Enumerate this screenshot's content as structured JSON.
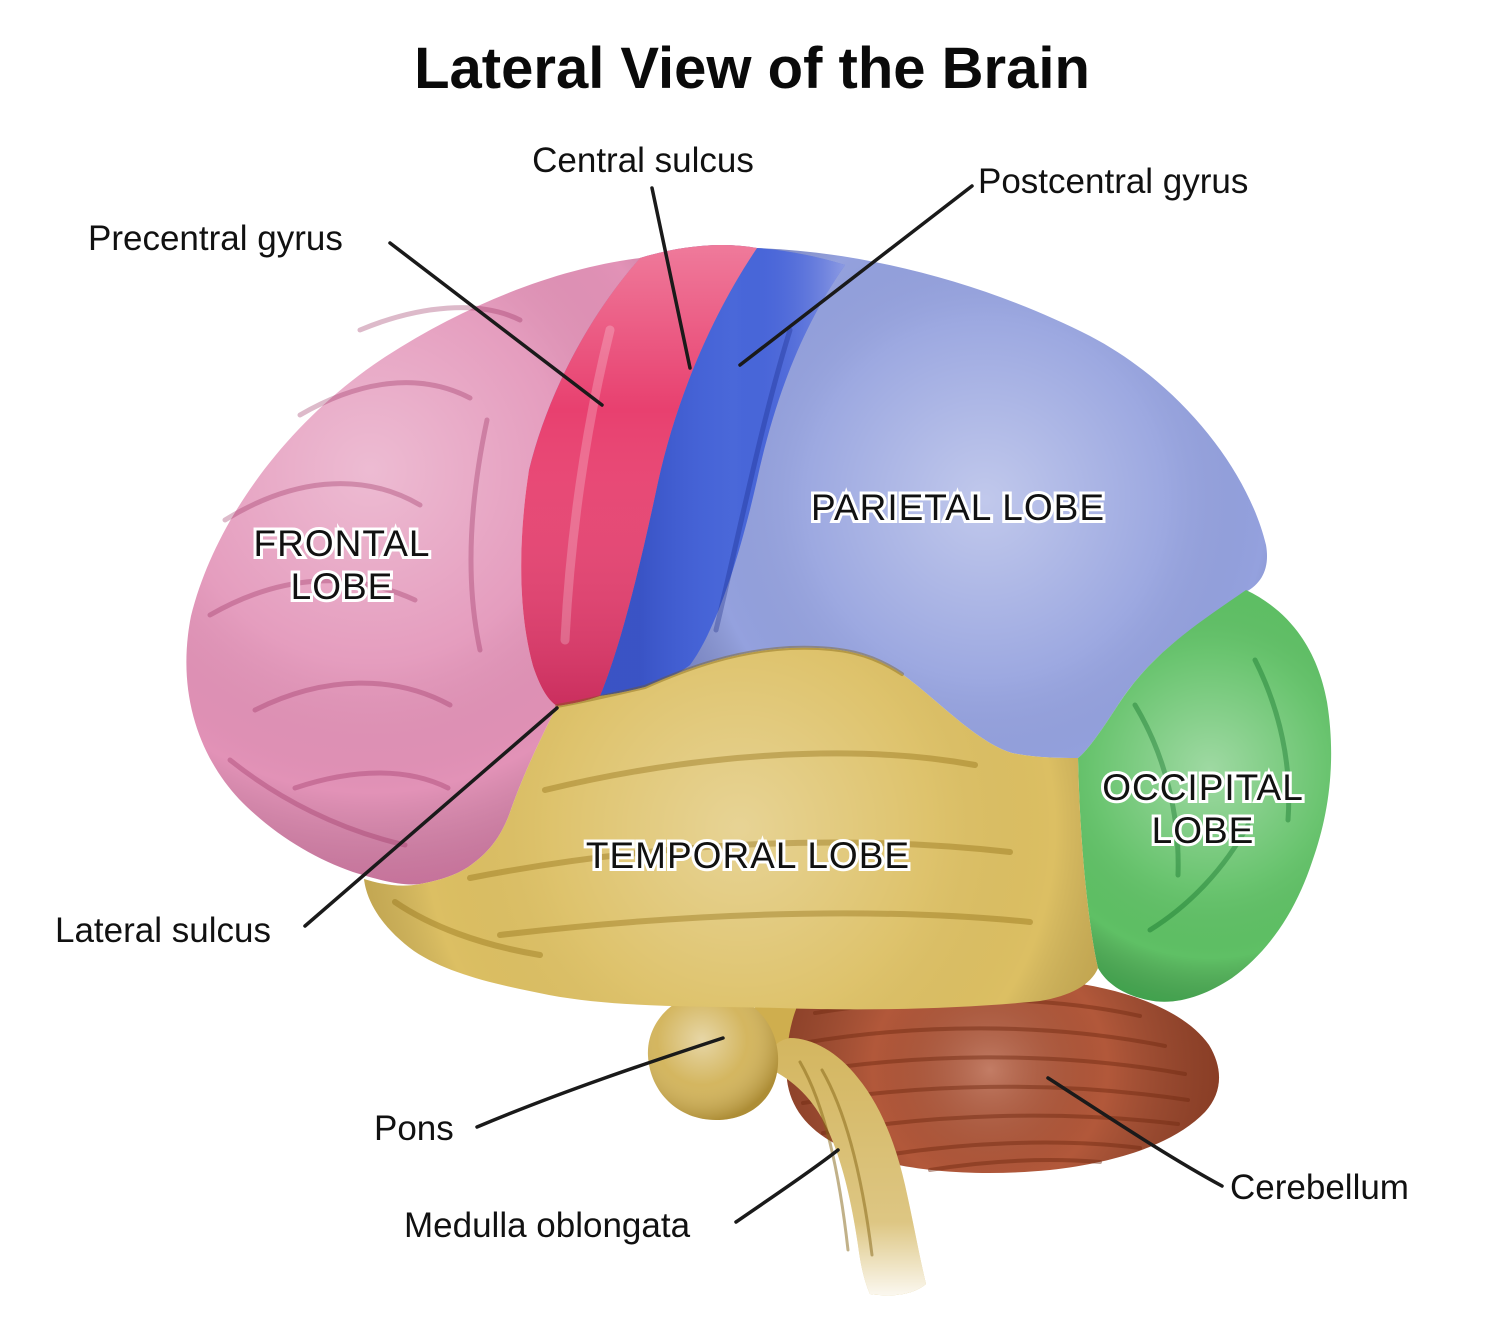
{
  "title": "Lateral View of the Brain",
  "annotations": {
    "central_sulcus": "Central sulcus",
    "postcentral_gyrus": "Postcentral gyrus",
    "precentral_gyrus": "Precentral gyrus",
    "lateral_sulcus": "Lateral sulcus",
    "pons": "Pons",
    "medulla_oblongata": "Medulla oblongata",
    "cerebellum": "Cerebellum"
  },
  "regions": {
    "frontal": {
      "line1": "FRONTAL",
      "line2": "LOBE",
      "color": "#e292b7"
    },
    "parietal": {
      "label": "PARIETAL LOBE",
      "color": "#94a1de"
    },
    "occipital": {
      "line1": "OCCIPITAL",
      "line2": "LOBE",
      "color": "#5fc065"
    },
    "temporal": {
      "label": "TEMPORAL LOBE",
      "color": "#dcbf63"
    },
    "precentral_gyrus": {
      "color": "#e8406f"
    },
    "postcentral_gyrus": {
      "color": "#4a68d9"
    },
    "cerebellum": {
      "color": "#b2583a"
    },
    "brainstem": {
      "color": "#cfae4e"
    }
  },
  "colors": {
    "background": "#ffffff",
    "label_text": "#111111",
    "leader_line": "#1a1a1a"
  }
}
